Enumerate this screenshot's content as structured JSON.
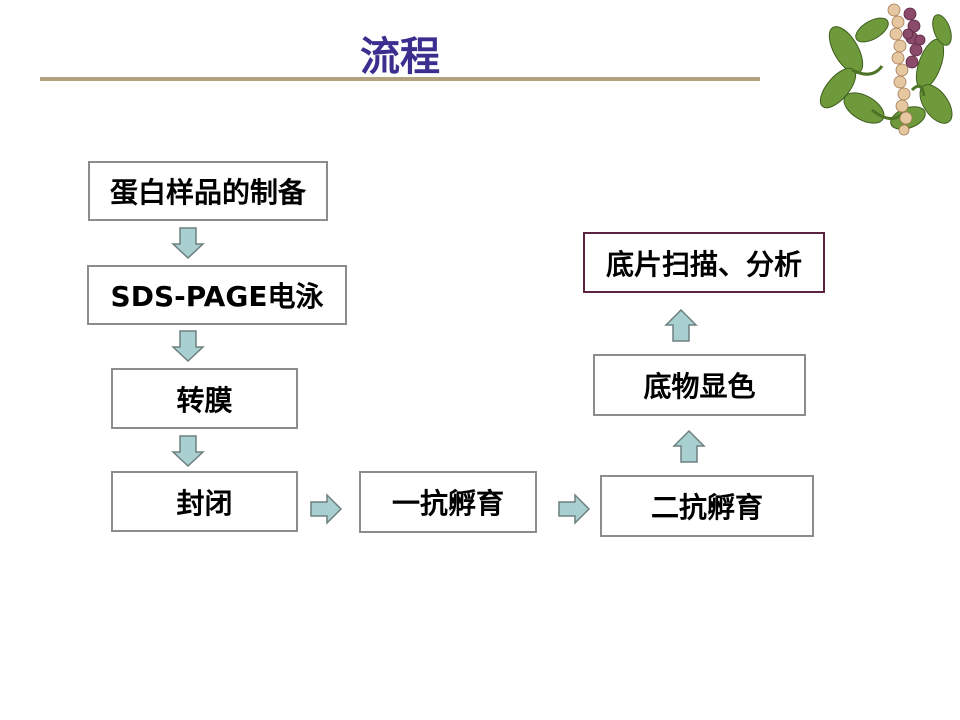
{
  "slide": {
    "title": "流程"
  },
  "steps": [
    {
      "id": "sample-prep",
      "label": "蛋白样品的制备"
    },
    {
      "id": "sds-page",
      "label": "SDS-PAGE电泳"
    },
    {
      "id": "transfer",
      "label": "转膜"
    },
    {
      "id": "blocking",
      "label": "封闭"
    },
    {
      "id": "primary-ab",
      "label": "一抗孵育"
    },
    {
      "id": "secondary-ab",
      "label": "二抗孵育"
    },
    {
      "id": "color-dev",
      "label": "底物显色"
    },
    {
      "id": "scan",
      "label": "底片扫描、分析"
    }
  ],
  "colors": {
    "title": "#3a2f8f",
    "rule": "#b1a37f",
    "box_border": "#8c8c8c",
    "box_border_final": "#5b2440",
    "arrow_fill": "#a9d0d0",
    "arrow_stroke": "#6e7f80"
  }
}
